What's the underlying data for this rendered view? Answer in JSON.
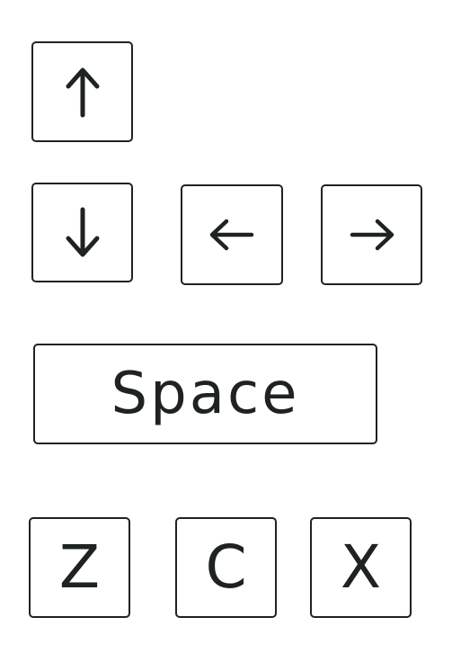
{
  "keys": {
    "up": {
      "icon": "arrow-up-icon"
    },
    "down": {
      "icon": "arrow-down-icon"
    },
    "left": {
      "icon": "arrow-left-icon"
    },
    "right": {
      "icon": "arrow-right-icon"
    },
    "space": {
      "label": "Space"
    },
    "z": {
      "label": "Z"
    },
    "c": {
      "label": "C"
    },
    "x": {
      "label": "X"
    }
  },
  "colors": {
    "stroke": "#1e2222",
    "background": "#ffffff"
  }
}
